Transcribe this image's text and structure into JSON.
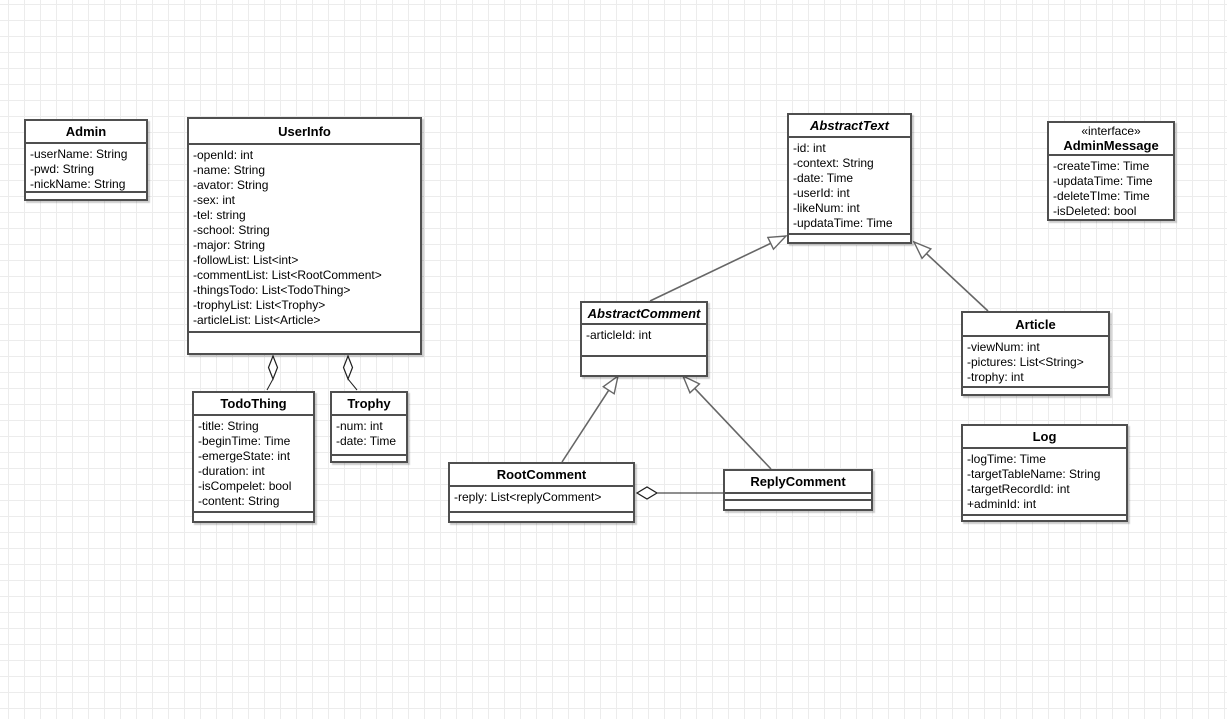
{
  "diagram_type": "UML class diagram",
  "classes": {
    "admin": {
      "title": "Admin",
      "attrs": [
        "-userName: String",
        "-pwd: String",
        "-nickName: String"
      ]
    },
    "userinfo": {
      "title": "UserInfo",
      "attrs": [
        "-openId: int",
        "-name: String",
        "-avator: String",
        "-sex: int",
        "-tel: string",
        "-school: String",
        "-major: String",
        "-followList: List<int>",
        "-commentList: List<RootComment>",
        "-thingsTodo: List<TodoThing>",
        "-trophyList: List<Trophy>",
        "-articleList: List<Article>"
      ]
    },
    "abstracttext": {
      "title": "AbstractText",
      "abstract": true,
      "attrs": [
        "-id: int",
        "-context: String",
        "-date: Time",
        "-userId: int",
        "-likeNum: int",
        "-updataTime: Time"
      ]
    },
    "adminmessage": {
      "stereotype": "«interface»",
      "title": "AdminMessage",
      "attrs": [
        "-createTime: Time",
        "-updataTime: Time",
        "-deleteTIme: Time",
        "-isDeleted: bool"
      ]
    },
    "abstractcomment": {
      "title": "AbstractComment",
      "abstract": true,
      "attrs": [
        "-articleId: int"
      ]
    },
    "article": {
      "title": "Article",
      "attrs": [
        "-viewNum: int",
        "-pictures: List<String>",
        "-trophy: int"
      ]
    },
    "todothing": {
      "title": "TodoThing",
      "attrs": [
        "-title: String",
        "-beginTime: Time",
        "-emergeState: int",
        "-duration: int",
        "-isCompelet: bool",
        "-content: String"
      ]
    },
    "trophy": {
      "title": "Trophy",
      "attrs": [
        "-num: int",
        "-date: Time"
      ]
    },
    "rootcomment": {
      "title": "RootComment",
      "attrs": [
        "-reply: List<replyComment>"
      ]
    },
    "replycomment": {
      "title": "ReplyComment",
      "attrs": []
    },
    "log": {
      "title": "Log",
      "attrs": [
        "-logTime: Time",
        "-targetTableName: String",
        "-targetRecordId: int",
        "+adminId: int"
      ]
    }
  },
  "relationships": [
    {
      "type": "aggregation",
      "part": "TodoThing",
      "whole": "UserInfo"
    },
    {
      "type": "aggregation",
      "part": "Trophy",
      "whole": "UserInfo"
    },
    {
      "type": "generalization",
      "child": "AbstractComment",
      "parent": "AbstractText"
    },
    {
      "type": "generalization",
      "child": "Article",
      "parent": "AbstractText"
    },
    {
      "type": "generalization",
      "child": "RootComment",
      "parent": "AbstractComment"
    },
    {
      "type": "generalization",
      "child": "ReplyComment",
      "parent": "AbstractComment"
    },
    {
      "type": "aggregation",
      "part": "ReplyComment",
      "whole": "RootComment"
    }
  ],
  "colors": {
    "box_border": "#4f4f4f",
    "generalization_line": "#666666",
    "aggregation_line": "#1f1f1f",
    "grid_line": "#ececec",
    "background": "#ffffff"
  }
}
